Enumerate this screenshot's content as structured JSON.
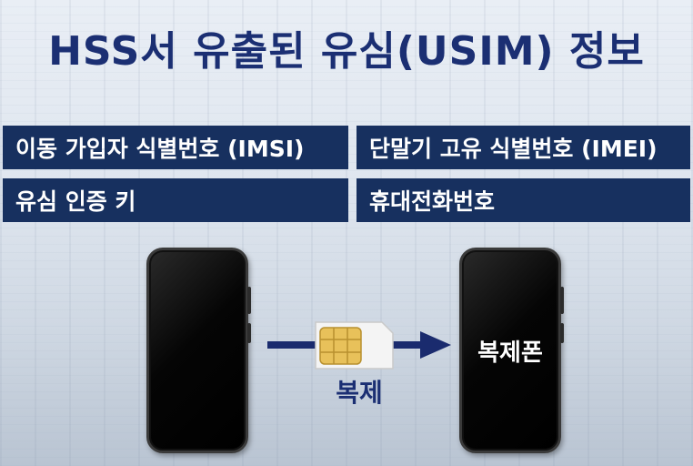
{
  "title": "HSS서 유출된 유심(USIM) 정보",
  "info_boxes": {
    "imsi": "이동 가입자 식별번호 (IMSI)",
    "imei": "단말기 고유 식별번호 (IMEI)",
    "usim_key": "유심 인증 키",
    "phone_number": "휴대전화번호"
  },
  "diagram": {
    "clone_phone_label": "복제폰",
    "copy_label": "복제"
  },
  "colors": {
    "title": "#1b2f73",
    "box_background": "#17305f",
    "arrow": "#1a2b6e",
    "sim_chip": "#e8c15a"
  }
}
